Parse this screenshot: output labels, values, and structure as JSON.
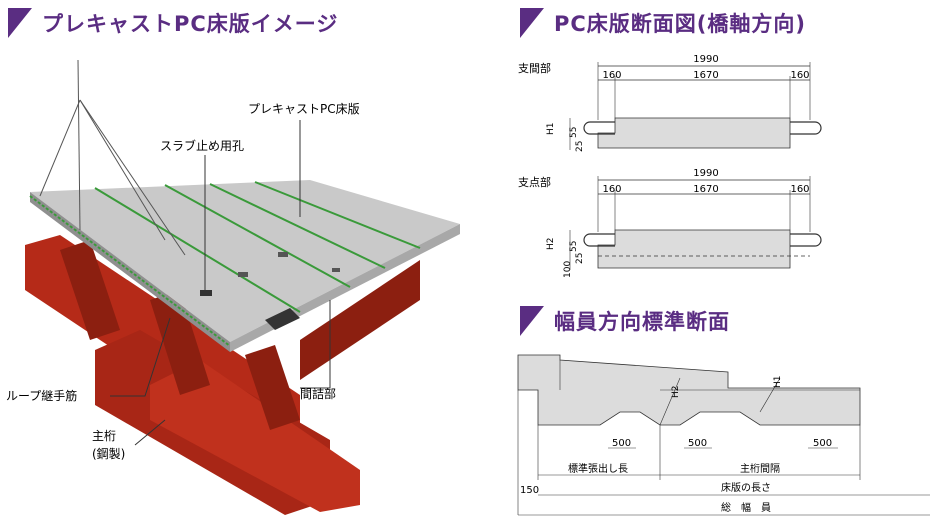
{
  "headings": {
    "image_title": "プレキャストPC床版イメージ",
    "section_title": "PC床版断面図(橋軸方向)",
    "width_title": "幅員方向標準断面"
  },
  "image_labels": {
    "slab": "プレキャストPC床版",
    "hole": "スラブ止め用孔",
    "loop": "ループ継手筋",
    "girder_line1": "主桁",
    "girder_line2": "(鋼製)",
    "joint": "間詰部"
  },
  "section_bearing": {
    "label": "支間部",
    "total": "1990",
    "left": "160",
    "middle": "1670",
    "right": "160",
    "h_label": "H1",
    "dim_a": "55",
    "dim_b": "25"
  },
  "section_support": {
    "label": "支点部",
    "total": "1990",
    "left": "160",
    "middle": "1670",
    "right": "160",
    "h_label": "H2",
    "dim_a": "55",
    "dim_b": "25",
    "dim_c": "100"
  },
  "width_section": {
    "h2": "H2",
    "h1": "H1",
    "haunch_1": "500",
    "haunch_2": "500",
    "haunch_3": "500",
    "overhang": "標準張出し長",
    "girder_spacing": "主桁間隔",
    "slab_length": "床版の長さ",
    "edge": "150",
    "total_width": "総　幅　員"
  },
  "colors": {
    "accent": "#5a2d82",
    "steel": "#b52a18",
    "concrete": "#d9d9d9",
    "rebar": "#3a9a3a"
  }
}
